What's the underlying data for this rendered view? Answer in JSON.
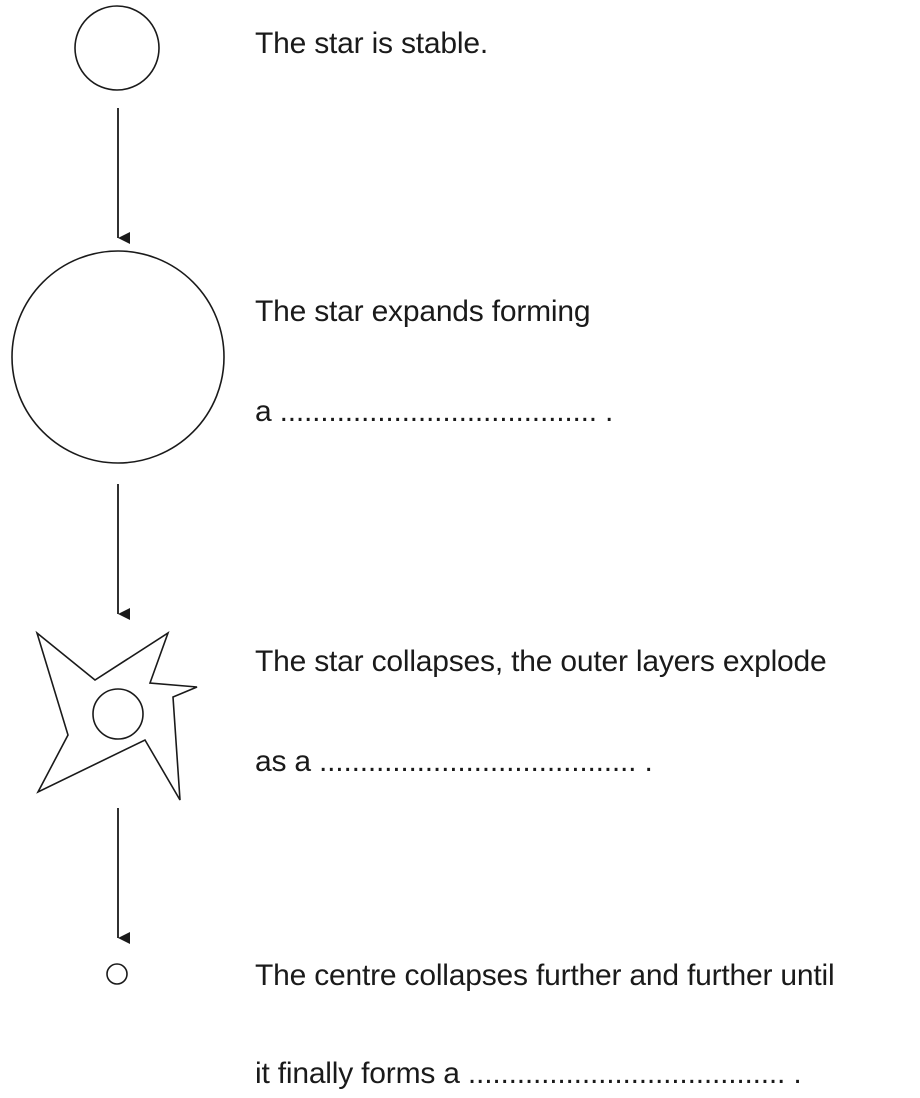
{
  "stages": [
    {
      "lines": [
        "The star is stable."
      ]
    },
    {
      "lines": [
        "The star expands forming",
        "a ....................................... ."
      ]
    },
    {
      "lines": [
        "The star collapses, the outer layers explode",
        "as a ....................................... ."
      ]
    },
    {
      "lines": [
        "The centre collapses further and further until",
        "it finally forms a ....................................... ."
      ]
    }
  ]
}
